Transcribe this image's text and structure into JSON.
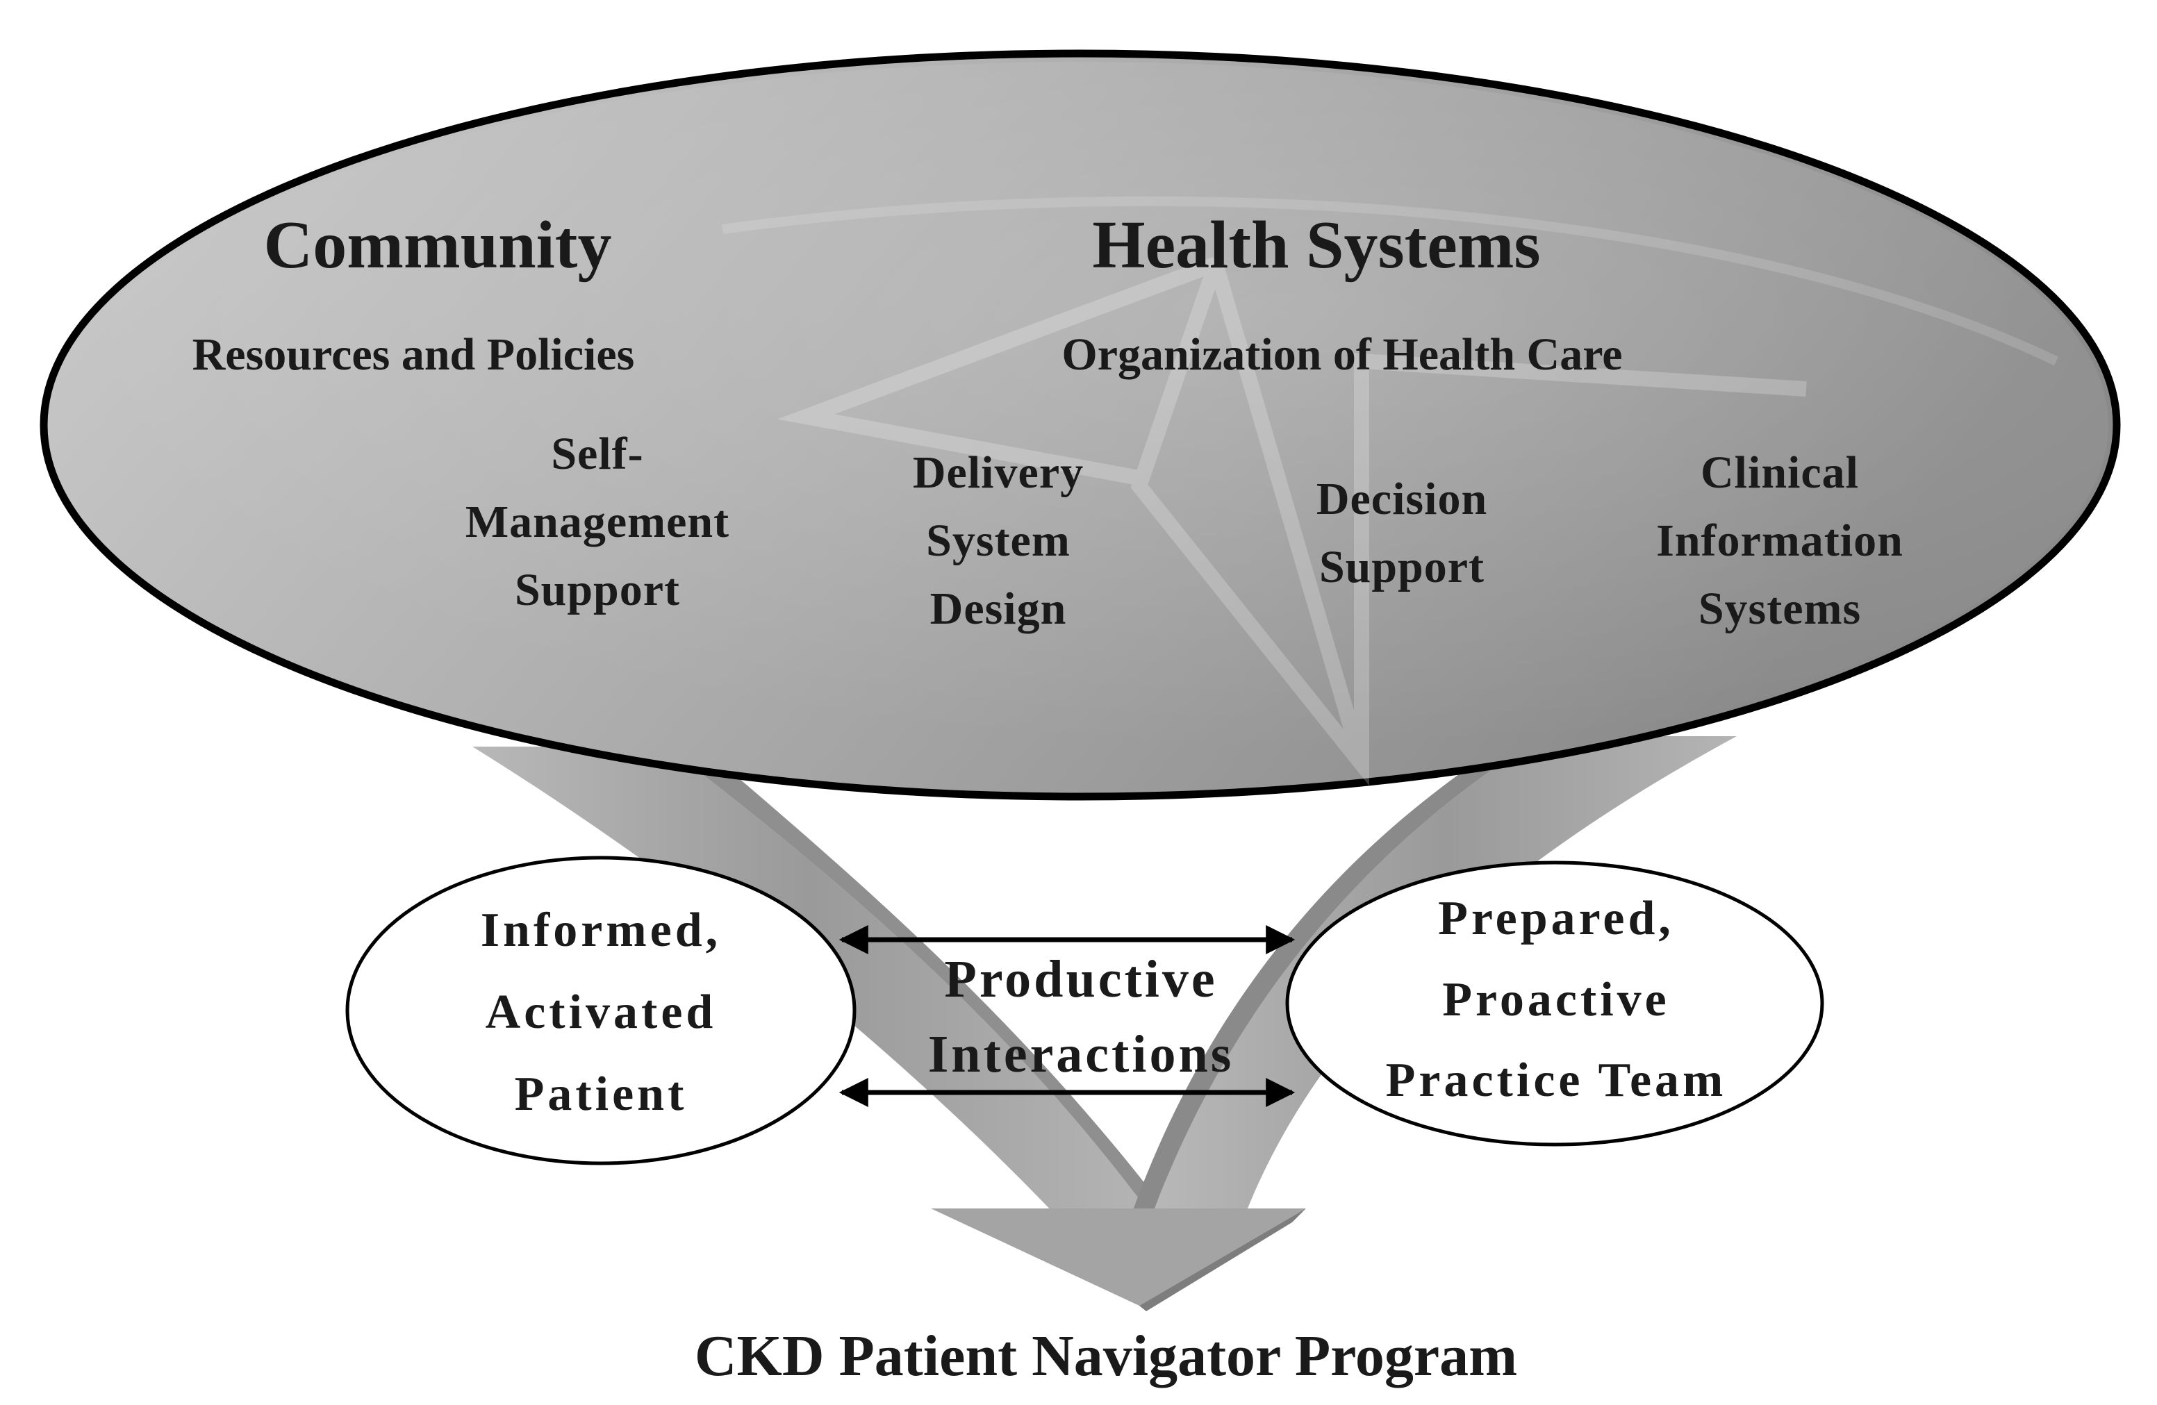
{
  "top_oval": {
    "left_heading": "Community",
    "left_subheading": "Resources and Policies",
    "right_heading": "Health Systems",
    "right_subheading": "Organization of Health Care",
    "components": [
      {
        "lines": [
          "Self-",
          "Management",
          "Support"
        ]
      },
      {
        "lines": [
          "Delivery",
          "System",
          "Design"
        ]
      },
      {
        "lines": [
          "Decision",
          "Support"
        ]
      },
      {
        "lines": [
          "Clinical",
          "Information",
          "Systems"
        ]
      }
    ]
  },
  "patient_oval": {
    "lines": [
      "Informed,",
      "Activated",
      "Patient"
    ]
  },
  "interactions": {
    "lines": [
      "Productive",
      "Interactions"
    ]
  },
  "team_oval": {
    "lines": [
      "Prepared,",
      "Proactive",
      "Practice Team"
    ]
  },
  "footer": {
    "title": "CKD Patient Navigator Program"
  },
  "colors": {
    "oval_fill_light": "#c6c6c6",
    "oval_fill_dark": "#8e8e8e",
    "arrow_gray": "#a8a8a8",
    "text": "#1a1a1a",
    "outline": "#000000"
  }
}
